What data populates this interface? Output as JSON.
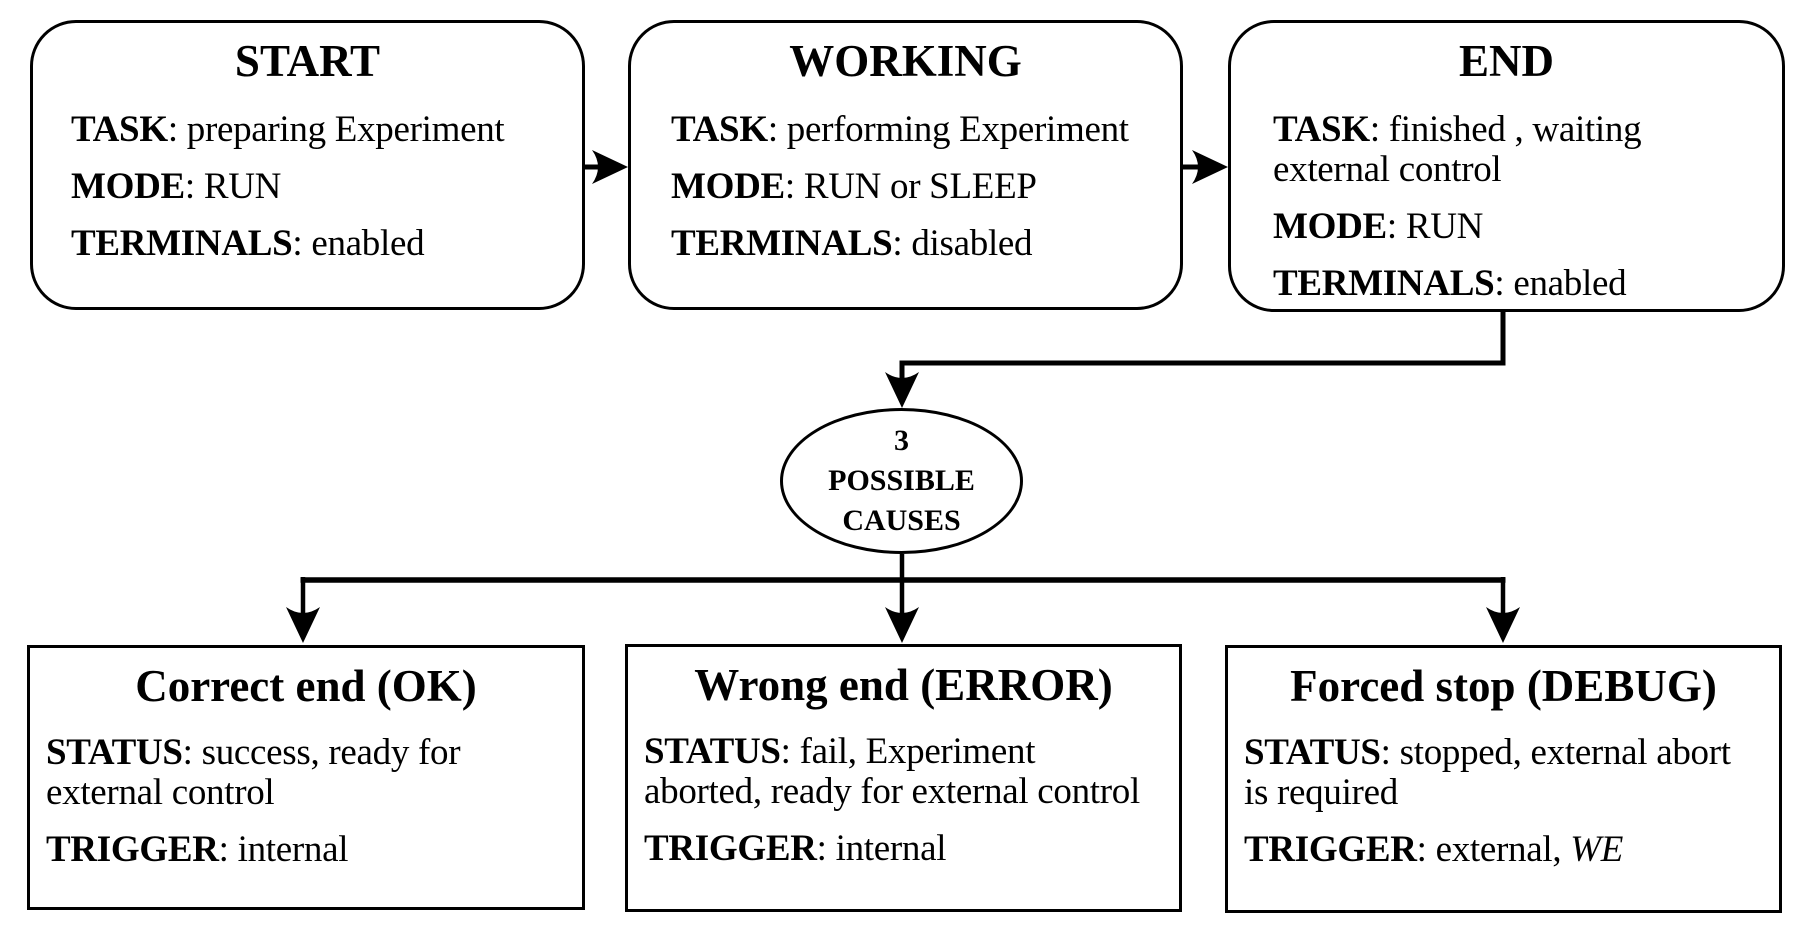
{
  "sep": ": ",
  "colors": {
    "background": "#ffffff",
    "line": "#000000"
  },
  "nodes": {
    "start": {
      "title": "START",
      "fields": [
        {
          "label": "TASK",
          "value": "preparing Experiment"
        },
        {
          "label": "MODE",
          "value": "RUN"
        },
        {
          "label": "TERMINALS",
          "value": "enabled"
        }
      ]
    },
    "working": {
      "title": "WORKING",
      "fields": [
        {
          "label": "TASK",
          "value": "performing Experiment"
        },
        {
          "label": "MODE",
          "value": "RUN or SLEEP"
        },
        {
          "label": "TERMINALS",
          "value": "disabled"
        }
      ]
    },
    "end": {
      "title": "END",
      "fields": [
        {
          "label": "TASK",
          "value": "finished , waiting\nexternal control"
        },
        {
          "label": "MODE",
          "value": "RUN"
        },
        {
          "label": "TERMINALS",
          "value": "enabled"
        }
      ]
    },
    "causes": {
      "lines": [
        "3",
        "POSSIBLE",
        "CAUSES"
      ]
    },
    "ok": {
      "title": "Correct end (OK)",
      "fields": [
        {
          "label": "STATUS",
          "value": "success, ready for\nexternal control"
        },
        {
          "label": "TRIGGER",
          "value": "internal"
        }
      ]
    },
    "error": {
      "title": "Wrong end (ERROR)",
      "fields": [
        {
          "label": "STATUS",
          "value": "fail, Experiment\naborted, ready for external control"
        },
        {
          "label": "TRIGGER",
          "value": "internal"
        }
      ]
    },
    "debug": {
      "title": "Forced stop (DEBUG)",
      "fields": [
        {
          "label": "STATUS",
          "value": "stopped, external abort\nis required"
        },
        {
          "label": "TRIGGER",
          "value": "external, ",
          "value_italic": "WE"
        }
      ]
    }
  },
  "edges": [
    {
      "from": "start",
      "to": "working"
    },
    {
      "from": "working",
      "to": "end"
    },
    {
      "from": "end",
      "to": "causes"
    },
    {
      "from": "causes",
      "to": "ok"
    },
    {
      "from": "causes",
      "to": "error"
    },
    {
      "from": "causes",
      "to": "debug"
    }
  ]
}
